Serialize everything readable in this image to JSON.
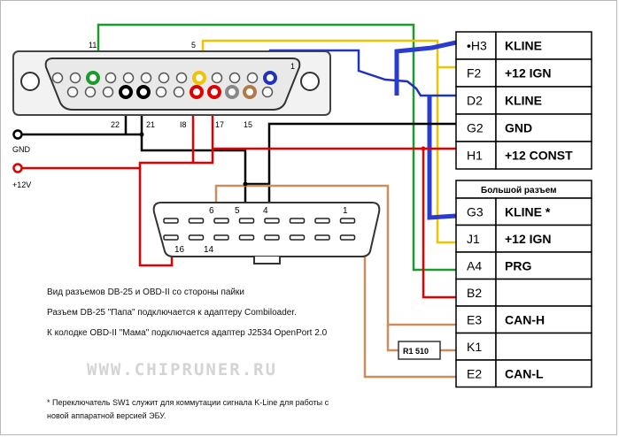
{
  "db25": {
    "pin_labels": [
      "11",
      "5",
      "1",
      "22",
      "21",
      "I8",
      "17",
      "15"
    ],
    "pin_colors": {
      "green": "#1d9a2c",
      "yellow": "#f0c200",
      "blue": "#2233bb",
      "black": "#000000",
      "red": "#e00000",
      "gray": "#888888",
      "tan": "#b07a48"
    }
  },
  "obd": {
    "pin_labels": [
      "6",
      "5",
      "4",
      "1",
      "16",
      "14"
    ]
  },
  "side_labels": {
    "gnd": "GND",
    "plus12": "+12V"
  },
  "resistor": {
    "label": "R1 510"
  },
  "top_connector": {
    "rows": [
      {
        "code": "•H3",
        "label": "KLINE"
      },
      {
        "code": "F2",
        "label": "+12 IGN"
      },
      {
        "code": "D2",
        "label": "KLINE"
      },
      {
        "code": "G2",
        "label": "GND"
      },
      {
        "code": "H1",
        "label": "+12 CONST"
      }
    ]
  },
  "big_connector": {
    "title": "Большой разъем",
    "rows": [
      {
        "code": "G3",
        "label": "KLINE *"
      },
      {
        "code": "J1",
        "label": "+12 IGN"
      },
      {
        "code": "A4",
        "label": "PRG"
      },
      {
        "code": "B2",
        "label": ""
      },
      {
        "code": "E3",
        "label": "CAN-H"
      },
      {
        "code": "K1",
        "label": ""
      },
      {
        "code": "E2",
        "label": "CAN-L"
      }
    ]
  },
  "notes": [
    "Вид разъемов DB-25 и OBD-II со стороны пайки",
    "Разъем DB-25 \"Папа\" подключается к адаптеру Combiloader.",
    "К колодке OBD-II \"Мама\" подключается адаптер J2534 OpenPort 2.0"
  ],
  "watermark": "WWW.CHIPRUNER.RU",
  "footnote": "* Переключатель SW1 служит для коммутации сигнала K-Line для работы с новой аппаратной версией ЭБУ.",
  "wire_colors": {
    "green": "#1d9a2c",
    "yellow": "#f0c200",
    "blue": "#2233bb",
    "black": "#000000",
    "red": "#e00000",
    "tan": "#c98f5e",
    "gray": "#777777"
  }
}
